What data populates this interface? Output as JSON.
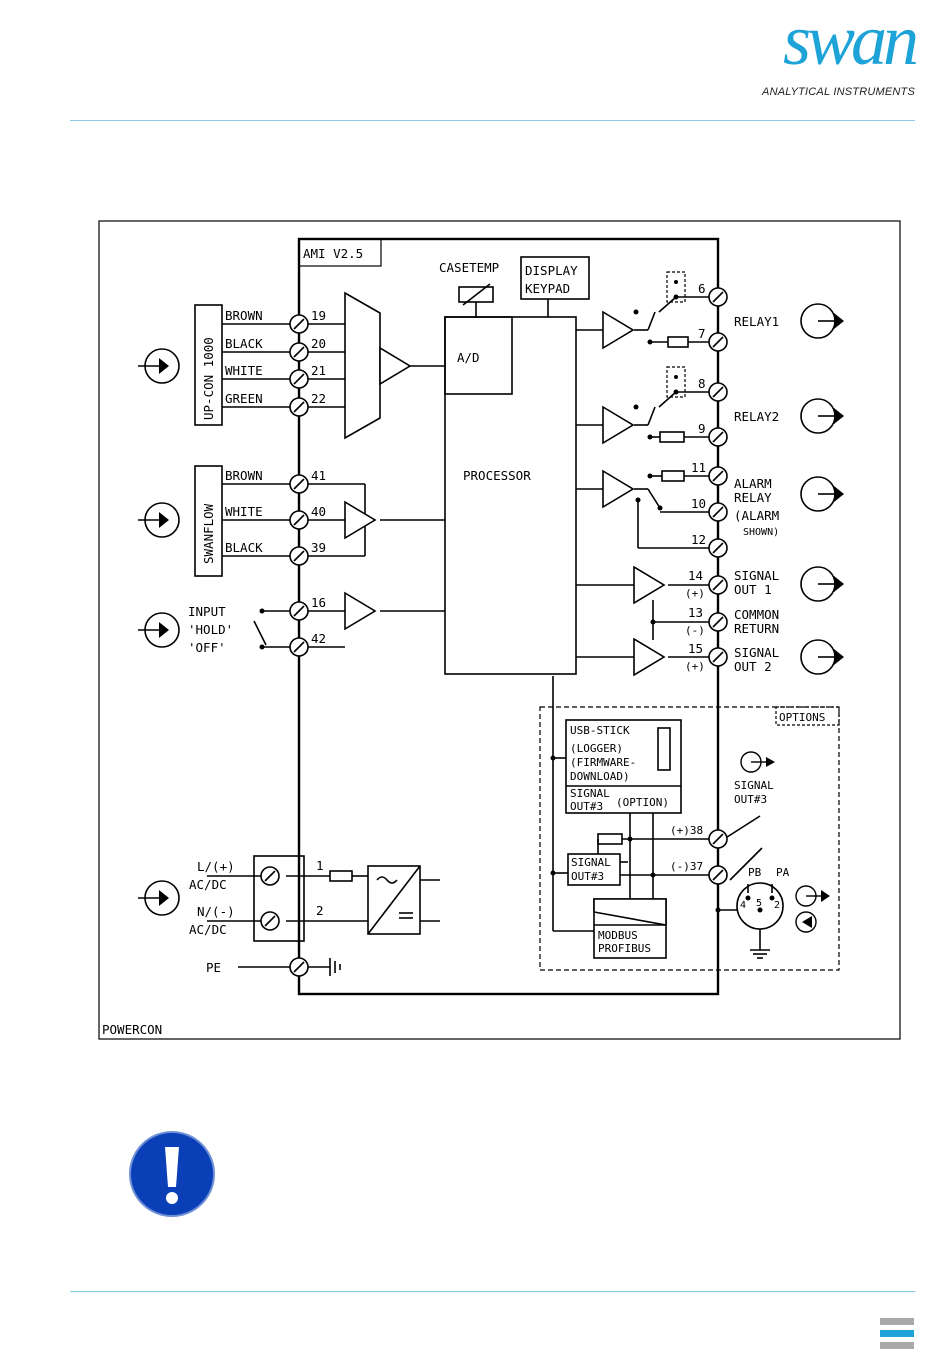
{
  "header": {
    "logo_word": "swan",
    "logo_tagline": "ANALYTICAL INSTRUMENTS"
  },
  "diagram": {
    "title": "AMI V2.5",
    "frame_label": "POWERCON",
    "processor": "PROCESSOR",
    "adc": "A/D",
    "casetemp": "CASETEMP",
    "display_line1": "DISPLAY",
    "display_line2": "KEYPAD",
    "upcon": {
      "name": "UP-CON 1000",
      "wires": [
        {
          "color": "BROWN",
          "terminal": "19"
        },
        {
          "color": "BLACK",
          "terminal": "20"
        },
        {
          "color": "WHITE",
          "terminal": "21"
        },
        {
          "color": "GREEN",
          "terminal": "22"
        }
      ]
    },
    "swanflow": {
      "name": "SWANFLOW",
      "wires": [
        {
          "color": "BROWN",
          "terminal": "41"
        },
        {
          "color": "WHITE",
          "terminal": "40"
        },
        {
          "color": "BLACK",
          "terminal": "39"
        }
      ]
    },
    "input": {
      "line1": "INPUT",
      "line2": "'HOLD'",
      "line3": "'OFF'",
      "terminal_a": "16",
      "terminal_b": "42"
    },
    "power": {
      "l_line1": "L/(+)",
      "l_line2": "AC/DC",
      "n_line1": "N/(-)",
      "n_line2": "AC/DC",
      "pe": "PE",
      "terminal_1": "1",
      "terminal_2": "2"
    },
    "relay1": {
      "label": "RELAY1",
      "t_a": "6",
      "t_b": "7"
    },
    "relay2": {
      "label": "RELAY2",
      "t_a": "8",
      "t_b": "9"
    },
    "alarm": {
      "line1": "ALARM",
      "line2": "RELAY",
      "line3": "(ALARM",
      "line4": "SHOWN)",
      "t_a": "11",
      "t_b": "10",
      "t_c": "12"
    },
    "signal_out1": {
      "line1": "SIGNAL",
      "line2": "OUT 1",
      "terminal": "14",
      "polarity": "(+)"
    },
    "common": {
      "line1": "COMMON",
      "line2": "RETURN",
      "terminal": "13",
      "polarity": "(-)"
    },
    "signal_out2": {
      "line1": "SIGNAL",
      "line2": "OUT 2",
      "terminal": "15",
      "polarity": "(+)"
    },
    "options": {
      "label": "OPTIONS",
      "usb_line1": "USB-STICK",
      "usb_line2": "(LOGGER)",
      "usb_line3": "(FIRMWARE-",
      "usb_line4": "DOWNLOAD)",
      "sig3_line1": "SIGNAL",
      "sig3_line2": "OUT#3",
      "sig3_option": "(OPTION)",
      "sig3b_line1": "SIGNAL",
      "sig3b_line2": "OUT#3",
      "modbus_line1": "MODBUS",
      "modbus_line2": "PROFIBUS",
      "ext_line1": "SIGNAL",
      "ext_line2": "OUT#3",
      "t38": "(+)38",
      "t37": "(-)37",
      "pb": "PB",
      "pa": "PA",
      "pin4": "4",
      "pin5": "5",
      "pin2": "2"
    }
  },
  "colors": {
    "brand": "#1ea3d8",
    "rule": "#8ecfe8",
    "note_blue": "#0a3fb8",
    "gray_bar": "#a9a9a9"
  },
  "icons": {
    "note": "exclamation-icon"
  }
}
